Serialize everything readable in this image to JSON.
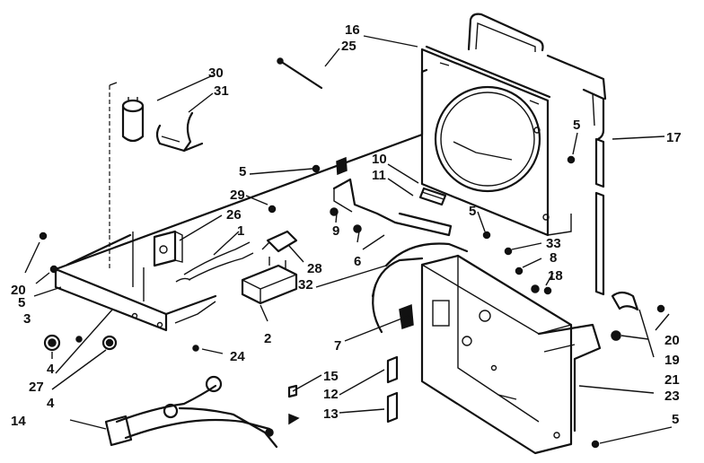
{
  "callouts": [
    {
      "id": "l30",
      "text": "30"
    },
    {
      "id": "l31",
      "text": "31"
    },
    {
      "id": "l16",
      "text": "16"
    },
    {
      "id": "l25",
      "text": "25"
    },
    {
      "id": "l17",
      "text": "17"
    },
    {
      "id": "l5a",
      "text": "5"
    },
    {
      "id": "l5b",
      "text": "5"
    },
    {
      "id": "l5c",
      "text": "5"
    },
    {
      "id": "l5d",
      "text": "5"
    },
    {
      "id": "l5e",
      "text": "5"
    },
    {
      "id": "l10",
      "text": "10"
    },
    {
      "id": "l11",
      "text": "11"
    },
    {
      "id": "l29",
      "text": "29"
    },
    {
      "id": "l26",
      "text": "26"
    },
    {
      "id": "l1",
      "text": "1"
    },
    {
      "id": "l28",
      "text": "28"
    },
    {
      "id": "l9",
      "text": "9"
    },
    {
      "id": "l6",
      "text": "6"
    },
    {
      "id": "l32",
      "text": "32"
    },
    {
      "id": "l33",
      "text": "33"
    },
    {
      "id": "l8",
      "text": "8"
    },
    {
      "id": "l18",
      "text": "18"
    },
    {
      "id": "l20a",
      "text": "20"
    },
    {
      "id": "l20b",
      "text": "20"
    },
    {
      "id": "l3",
      "text": "3"
    },
    {
      "id": "l2",
      "text": "2"
    },
    {
      "id": "l24",
      "text": "24"
    },
    {
      "id": "l4a",
      "text": "4"
    },
    {
      "id": "l27",
      "text": "27"
    },
    {
      "id": "l4b",
      "text": "4"
    },
    {
      "id": "l7",
      "text": "7"
    },
    {
      "id": "l15",
      "text": "15"
    },
    {
      "id": "l12",
      "text": "12"
    },
    {
      "id": "l13",
      "text": "13"
    },
    {
      "id": "l14",
      "text": "14"
    },
    {
      "id": "l19",
      "text": "19"
    },
    {
      "id": "l21",
      "text": "21"
    },
    {
      "id": "l23",
      "text": "23"
    }
  ]
}
